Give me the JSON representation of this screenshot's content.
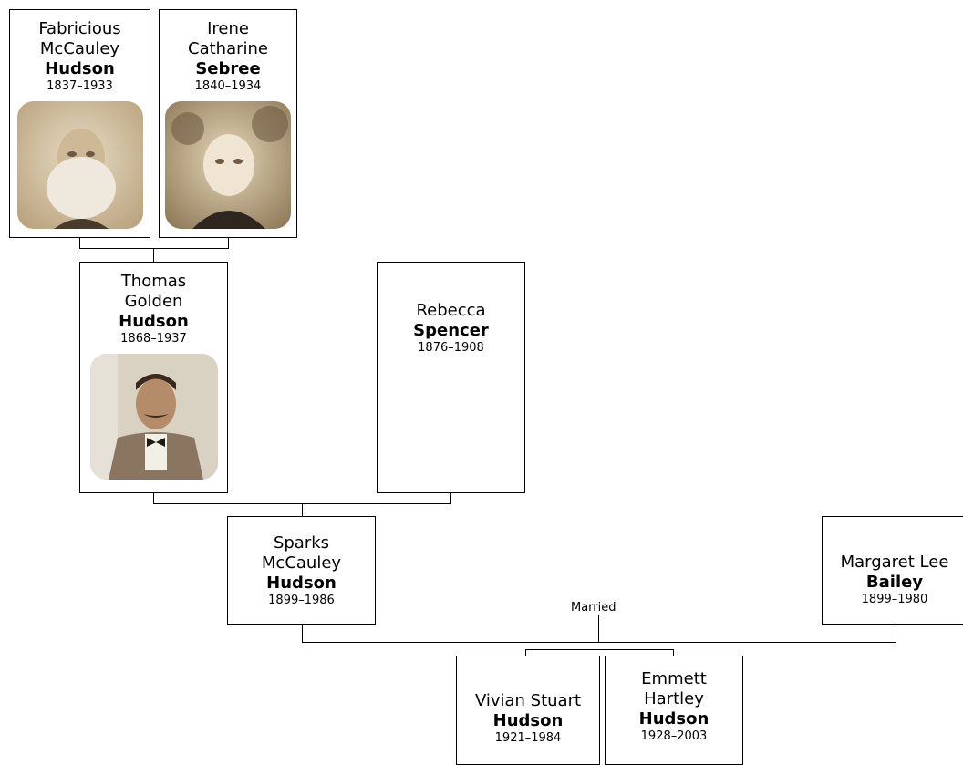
{
  "people": {
    "fabricious": {
      "given": [
        "Fabricious",
        "McCauley"
      ],
      "surname": "Hudson",
      "dates": "1837–1933",
      "photo": "portrait-photo-elderly-bearded-man"
    },
    "irene": {
      "given": [
        "Irene",
        "Catharine"
      ],
      "surname": "Sebree",
      "dates": "1840–1934",
      "photo": "portrait-photo-elderly-woman"
    },
    "thomas": {
      "given": [
        "Thomas",
        "Golden"
      ],
      "surname": "Hudson",
      "dates": "1868–1937",
      "photo": "portrait-photo-man-with-mustache-bowtie"
    },
    "rebecca": {
      "given": [
        "Rebecca"
      ],
      "surname": "Spencer",
      "dates": "1876–1908"
    },
    "sparks": {
      "given": [
        "Sparks",
        "McCauley"
      ],
      "surname": "Hudson",
      "dates": "1899–1986"
    },
    "margaret": {
      "given": [
        "Margaret Lee"
      ],
      "surname": "Bailey",
      "dates": "1899–1980"
    },
    "vivian": {
      "given": [
        "Vivian Stuart"
      ],
      "surname": "Hudson",
      "dates": "1921–1984"
    },
    "emmett": {
      "given": [
        "Emmett",
        "Hartley"
      ],
      "surname": "Hudson",
      "dates": "1928–2003"
    }
  },
  "relations": {
    "married_label": "Married"
  },
  "colors": {
    "line": "#000000",
    "box_border": "#000000",
    "photo_sepia": "#d8c7a6"
  }
}
